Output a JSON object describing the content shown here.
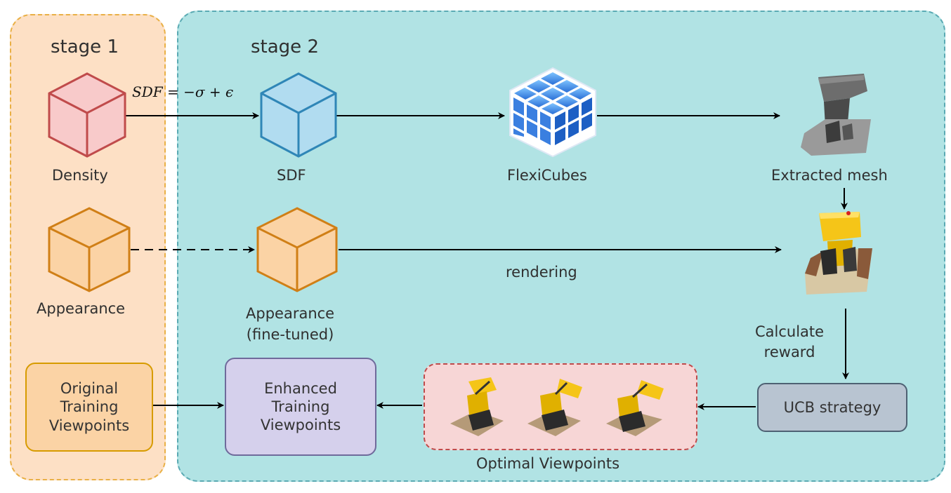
{
  "stage1": {
    "title": "stage 1"
  },
  "stage2": {
    "title": "stage 2"
  },
  "nodes": {
    "density": "Density",
    "appearance": "Appearance",
    "original_viewpoints": [
      "Original",
      "Training",
      "Viewpoints"
    ],
    "sdf": "SDF",
    "appearance_finetuned": [
      "Appearance",
      "(fine-tuned)"
    ],
    "flexicubes": "FlexiCubes",
    "extracted_mesh": "Extracted mesh",
    "enhanced_viewpoints": [
      "Enhanced",
      "Training",
      "Viewpoints"
    ],
    "optimal_viewpoints": "Optimal Viewpoints",
    "ucb": "UCB strategy"
  },
  "edges": {
    "sdf_formula": "SDF = −σ + ϵ",
    "rendering": "rendering",
    "calculate_reward": [
      "Calculate",
      "reward"
    ]
  },
  "colors": {
    "stage1_bg": "#fde0c5",
    "stage2_bg": "#b1e3e4",
    "density_cube": "#f8caca",
    "appearance_cube": "#fbd3a5",
    "sdf_cube": "#b1dcf0",
    "flexicubes": "#3e86e0"
  },
  "icons": [
    "density-cube-icon",
    "appearance-cube-icon",
    "sdf-cube-icon",
    "appearance-finetuned-cube-icon",
    "flexicubes-icon",
    "extracted-mesh-image",
    "rendered-loader-image",
    "viewpoint-image"
  ]
}
